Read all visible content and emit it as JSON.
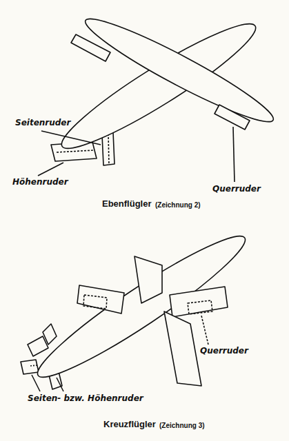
{
  "diagram": {
    "labels": [
      "Seitenruder",
      "Höhenruder",
      "Querruder",
      "Ebenflügler",
      "(Zeichnung 2)",
      "Kreuzflügler",
      "(Zeichnung 3)",
      "Querruder",
      "Seiten- bzw. Höhenruder"
    ]
  }
}
